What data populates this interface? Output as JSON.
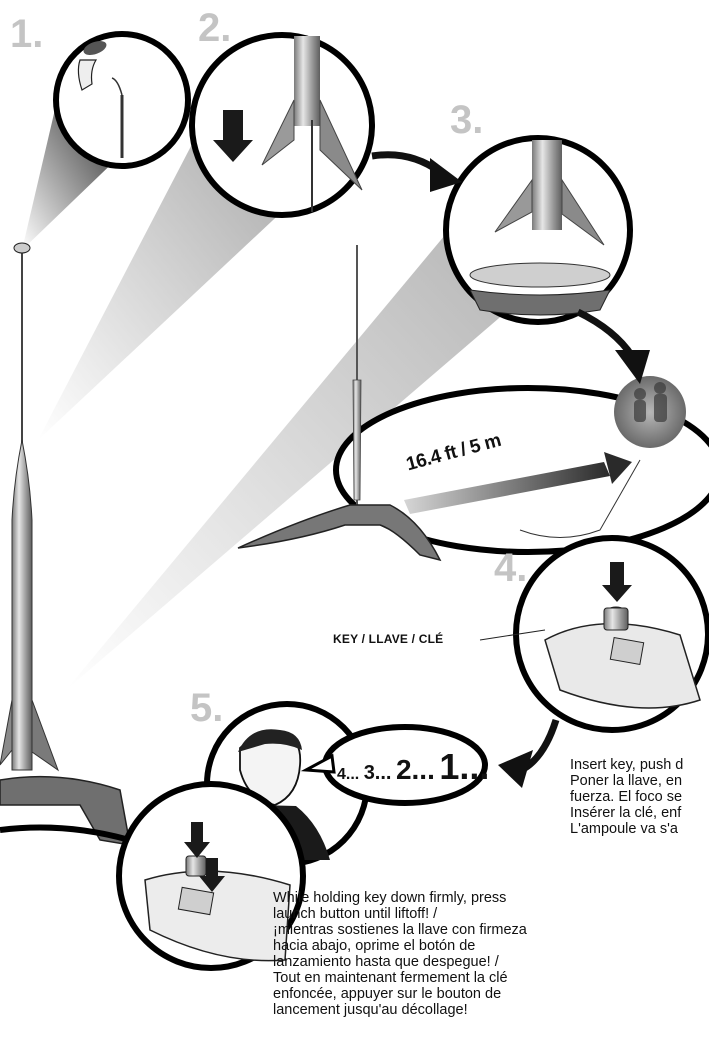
{
  "steps": {
    "s1": "1.",
    "s2": "2.",
    "s3": "3.",
    "s4": "4.",
    "s5": "5."
  },
  "distance_label": "16.4 ft / 5 m",
  "key_label": "KEY / LLAVE / CLÉ",
  "countdown": {
    "c4": "4...",
    "c3": "3...",
    "c2": "2...",
    "c1": "1..."
  },
  "insert_text": [
    "Insert key, push d",
    "Poner la llave, en",
    "fuerza. El foco se",
    "Insérer la clé, enf",
    "L'ampoule va s'a"
  ],
  "launch_text": [
    "While holding key down firmly, press",
    "launch button until liftoff! /",
    "¡mientras sostienes la llave con firmeza",
    "hacia abajo, oprime el botón de",
    "lanzamiento hasta que despegue! /",
    "Tout en maintenant fermement la clé",
    "enfoncée, appuyer sur le bouton de",
    "lancement jusqu'au décollage!"
  ]
}
